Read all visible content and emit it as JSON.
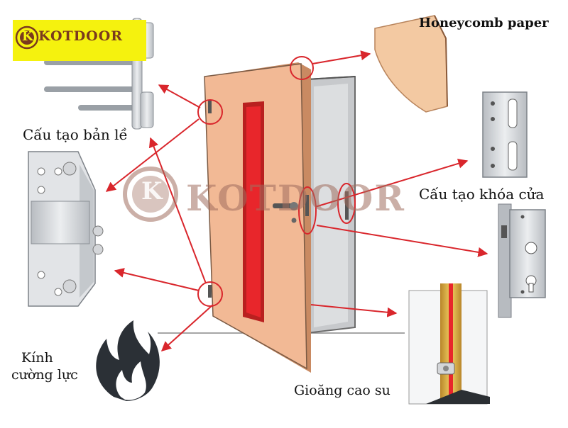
{
  "logo": {
    "brand": "KOTDOOR",
    "monogram": "K"
  },
  "watermark": {
    "brand": "KOTDOOR",
    "monogram": "K"
  },
  "labels": {
    "honeycomb": "Honeycomb paper",
    "hinge": "Cấu tạo bản lề",
    "lock": "Cấu tạo khóa cửa",
    "glass_line1": "Kính",
    "glass_line2": "cường lực",
    "gasket": "Gioăng cao su"
  },
  "colors": {
    "door": "#f2b995",
    "door_edge": "#c98a62",
    "glass_strip": "#e8262b",
    "frame_grey": "#d6d8db",
    "arrow": "#d9262c",
    "metal": "#d4d6d9",
    "honeycomb": "#f3c9a2",
    "gasket_gold": "#e2b23a",
    "logo_bg": "#f5f20e",
    "logo_text": "#7a3a1e"
  },
  "icons": [
    "hinge-icon",
    "hinge-plate-icon",
    "lock-plate-icon",
    "mortise-lock-icon",
    "flame-icon",
    "honeycomb-panel-icon",
    "gasket-strip-icon"
  ]
}
